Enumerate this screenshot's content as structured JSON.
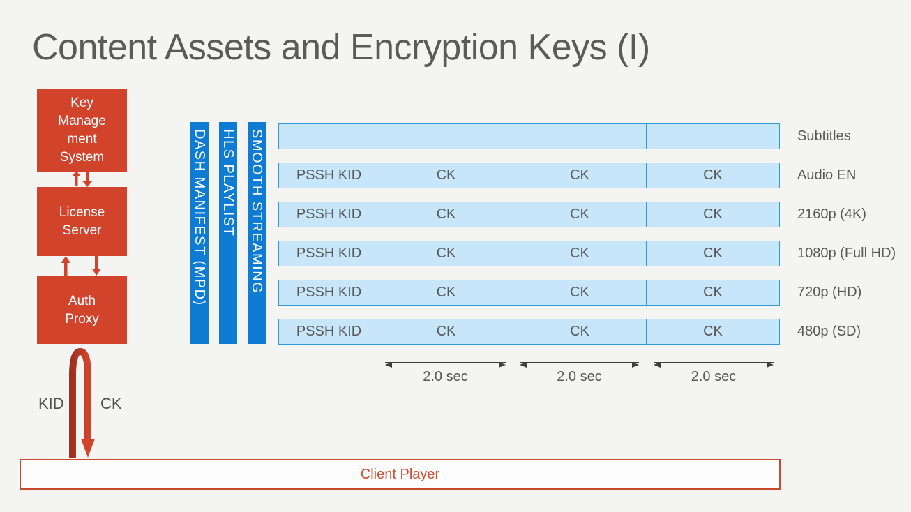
{
  "slide": {
    "title": "Content Assets and Encryption Keys (I)"
  },
  "key_flow": {
    "boxes": [
      {
        "name": "key-management-system-box",
        "label": "Key\nManage\nment\nSystem"
      },
      {
        "name": "license-server-box",
        "label": "License\nServer"
      },
      {
        "name": "auth-proxy-box",
        "label": "Auth\nProxy"
      }
    ],
    "kid_label": "KID",
    "ck_label": "CK"
  },
  "manifest_bars": [
    {
      "name": "dash-manifest-bar",
      "label": "DASH MANIFEST (MPD)"
    },
    {
      "name": "hls-playlist-bar",
      "label": "HLS PLAYLIST"
    },
    {
      "name": "smooth-streaming-bar",
      "label": "SMOOTH STREAMING"
    }
  ],
  "asset_grid": {
    "rows": [
      {
        "track": "Subtitles",
        "cells": [
          "",
          "",
          "",
          ""
        ]
      },
      {
        "track": "Audio EN",
        "cells": [
          "PSSH KID",
          "CK",
          "CK",
          "CK"
        ]
      },
      {
        "track": "2160p (4K)",
        "cells": [
          "PSSH KID",
          "CK",
          "CK",
          "CK"
        ]
      },
      {
        "track": "1080p (Full HD)",
        "cells": [
          "PSSH KID",
          "CK",
          "CK",
          "CK"
        ]
      },
      {
        "track": "720p (HD)",
        "cells": [
          "PSSH KID",
          "CK",
          "CK",
          "CK"
        ]
      },
      {
        "track": "480p (SD)",
        "cells": [
          "PSSH KID",
          "CK",
          "CK",
          "CK"
        ]
      }
    ],
    "segment_durations": [
      "2.0 sec",
      "2.0 sec",
      "2.0 sec"
    ]
  },
  "client_player": {
    "label": "Client Player"
  },
  "colors": {
    "red": "#D2432C",
    "dark_red": "#9E3120",
    "blue": "#0E7CD2",
    "cell_fill": "#C7E6FA",
    "cell_border": "#2F9CD7",
    "text_gray": "#595959",
    "arrow_gray": "#3F3F3F",
    "client_red": "#C9492E",
    "background": "#F4F4F3"
  }
}
